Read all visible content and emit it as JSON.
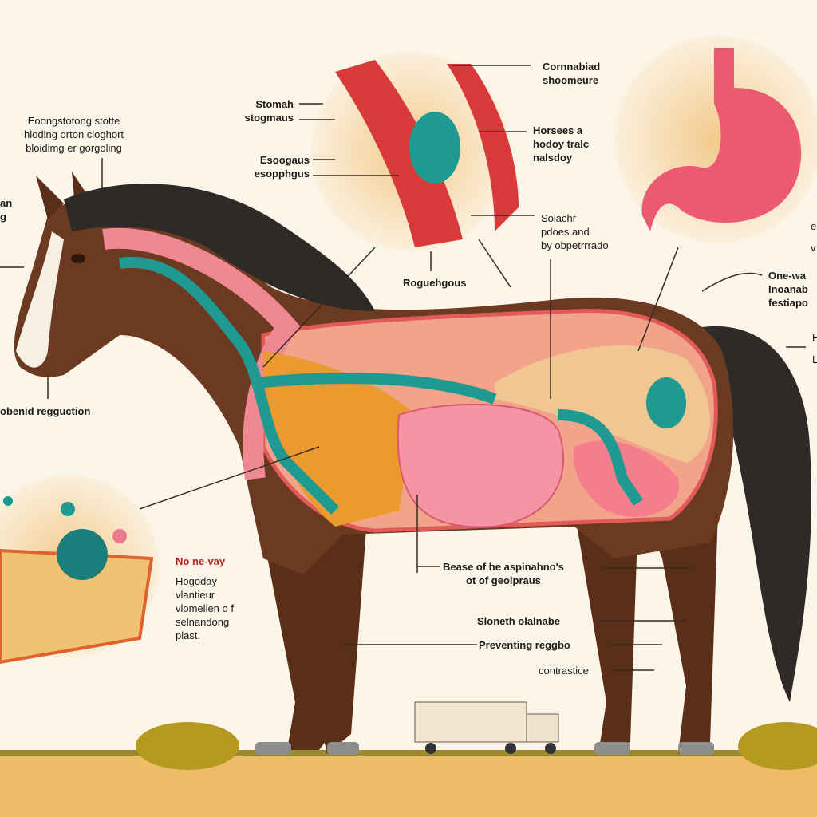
{
  "labels": {
    "top_left_note": [
      "Eoongstotong stotte",
      "hloding orton cloghort",
      "bloidimg er gorgoling"
    ],
    "left_edge_top": [
      "an",
      "g"
    ],
    "stomach_a": [
      "Stomah",
      "stogmaus"
    ],
    "esophagus": [
      "Esoogaus",
      "esopphgus"
    ],
    "combined": [
      "Cornnabiad",
      "shoomeure"
    ],
    "horses": [
      "Horsees a",
      "hodoy tralc",
      "nalsdoy"
    ],
    "solache": [
      "Solachr",
      "pdoes and",
      "by obpetrrrado"
    ],
    "regughous": "Roguehgous",
    "one_way": [
      "One-wa",
      "Inoanab",
      "festiapo"
    ],
    "right_small": [
      "H",
      "L"
    ],
    "right_top": [
      "e",
      "v"
    ],
    "left_regurg": "obenid regguction",
    "no_way_title": "No ne-vay",
    "no_way_body": [
      "Hogoday",
      "vlantieur",
      "vlomelien o f",
      "selnandong",
      "plast."
    ],
    "base": [
      "Bease of he aspinahno's",
      "ot of geolpraus"
    ],
    "sloneth": "Sloneth olalnabe",
    "preventing": "Preventing reggbo",
    "contractice": "contrastice"
  },
  "colors": {
    "background": "#fbf5ea",
    "horse_brown": "#6b3a20",
    "mane": "#2e2a27",
    "tissue_pink": "#ee7e8c",
    "teal": "#1f9a93",
    "orange": "#eb9a30",
    "ground": "#e9b75c"
  }
}
